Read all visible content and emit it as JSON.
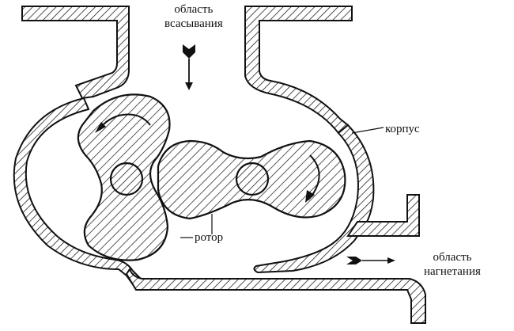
{
  "labels": {
    "intake_line1": "область",
    "intake_line2": "всасывания",
    "housing": "корпус",
    "rotor": "ротор",
    "outlet_line1": "область",
    "outlet_line2": "нагнетания"
  },
  "colors": {
    "stroke": "#111111",
    "hatch": "#222222",
    "background": "#ffffff"
  },
  "icons": {
    "intake_arrow": "down-arrow-icon",
    "outlet_arrow": "right-arrow-icon"
  }
}
